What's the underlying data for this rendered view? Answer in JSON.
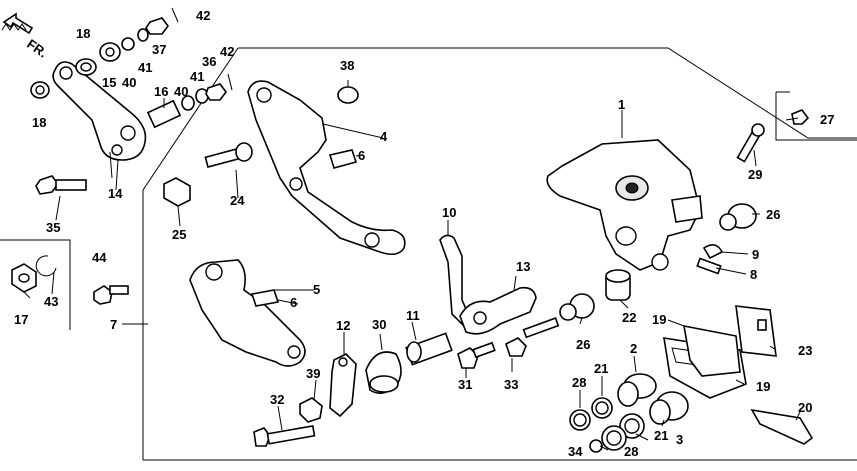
{
  "direction_label": "FR.",
  "callouts": {
    "c1": "1",
    "c2": "2",
    "c3": "3",
    "c4": "4",
    "c5": "5",
    "c6a": "6",
    "c6b": "6",
    "c7": "7",
    "c8": "8",
    "c9": "9",
    "c10": "10",
    "c11": "11",
    "c12": "12",
    "c13": "13",
    "c14": "14",
    "c15": "15",
    "c16": "16",
    "c17": "17",
    "c18a": "18",
    "c18b": "18",
    "c19a": "19",
    "c19b": "19",
    "c20": "20",
    "c21a": "21",
    "c21b": "21",
    "c22": "22",
    "c23": "23",
    "c24": "24",
    "c25": "25",
    "c26a": "26",
    "c26b": "26",
    "c27": "27",
    "c28a": "28",
    "c28b": "28",
    "c29": "29",
    "c30": "30",
    "c31": "31",
    "c32": "32",
    "c33": "33",
    "c34": "34",
    "c35": "35",
    "c36": "36",
    "c37": "37",
    "c38": "38",
    "c39": "39",
    "c40a": "40",
    "c40b": "40",
    "c41a": "41",
    "c41b": "41",
    "c42a": "42",
    "c42b": "42",
    "c43": "43",
    "c44": "44"
  }
}
